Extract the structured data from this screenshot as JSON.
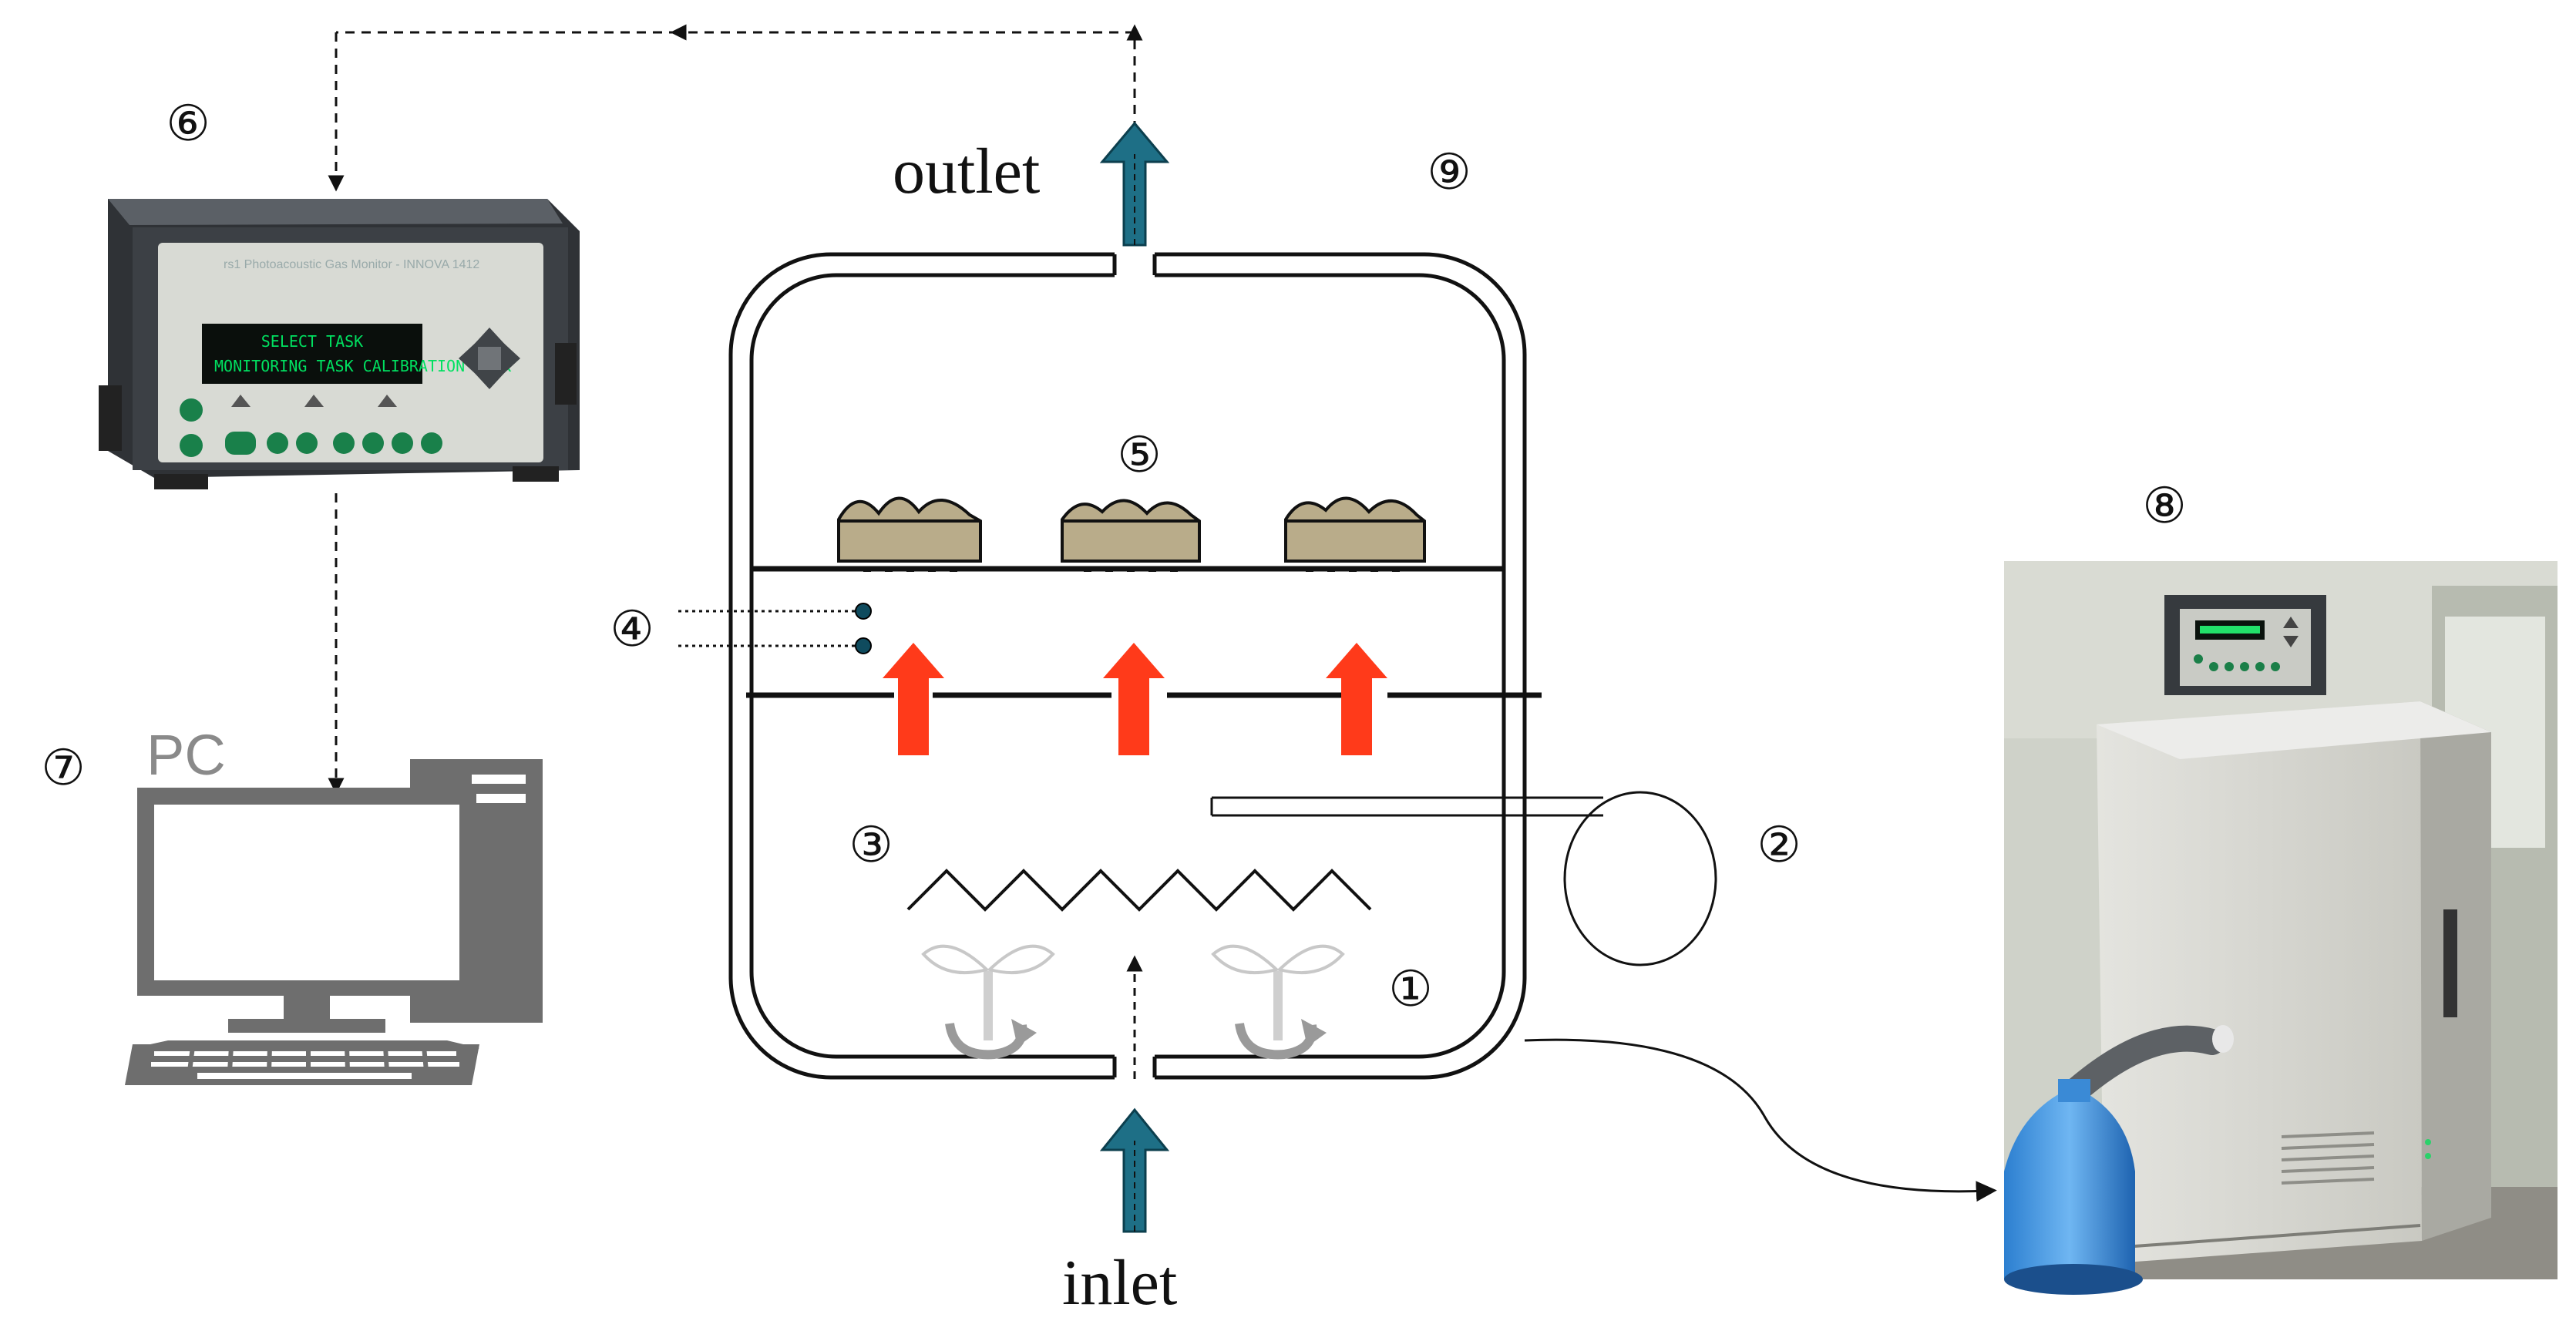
{
  "labels": {
    "outlet": "outlet",
    "inlet": "inlet",
    "pc": "PC"
  },
  "markers": {
    "m1": "①",
    "m2": "②",
    "m3": "③",
    "m4": "④",
    "m5": "⑤",
    "m6": "⑥",
    "m7": "⑦",
    "m8": "⑧",
    "m9": "⑨"
  },
  "colors": {
    "flow_arrow": "#1e6f86",
    "heat_arrow": "#ff3a1a",
    "sensor_dot": "#0f4b5e",
    "sample": "#b9ac8a",
    "analyzer_body": "#3e4247",
    "analyzer_panel": "#d9dbd6",
    "button_green": "#19804a",
    "pc_gray": "#6e6e6e"
  },
  "icons": {
    "flow": "thick-up-arrow-icon",
    "heater": "zigzag-heater-icon",
    "fan": "fan-icon",
    "pipe": "coiled-pipe-icon",
    "analyzer": "gas-analyzer-device-icon",
    "computer": "desktop-computer-icon",
    "chamber": "incubator-chamber-photo-icon"
  }
}
